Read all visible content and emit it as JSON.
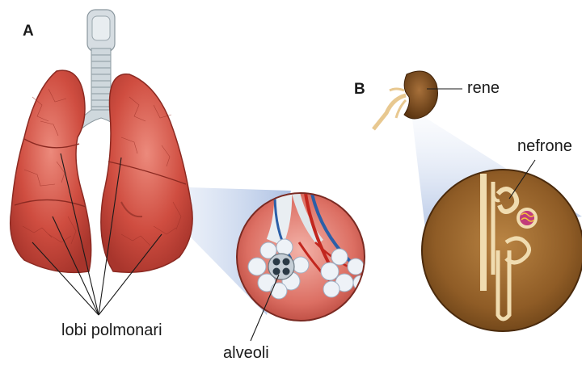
{
  "panels": {
    "a": "A",
    "b": "B"
  },
  "labels": {
    "lungs": "lobi polmonari",
    "alveoli": "alveoli",
    "kidney": "rene",
    "nephron": "nefrone"
  },
  "colors": {
    "lung": "#c9453a",
    "lung_light": "#e8796b",
    "trachea": "#c9d3d8",
    "kidney": "#7a4a1f",
    "zoom_lung_bg": "#d9695e",
    "zoom_kidney_bg": "#8a5a28",
    "vein_blue": "#2b5fa8",
    "artery_red": "#c2261e",
    "beam": "#b8c9e6"
  }
}
